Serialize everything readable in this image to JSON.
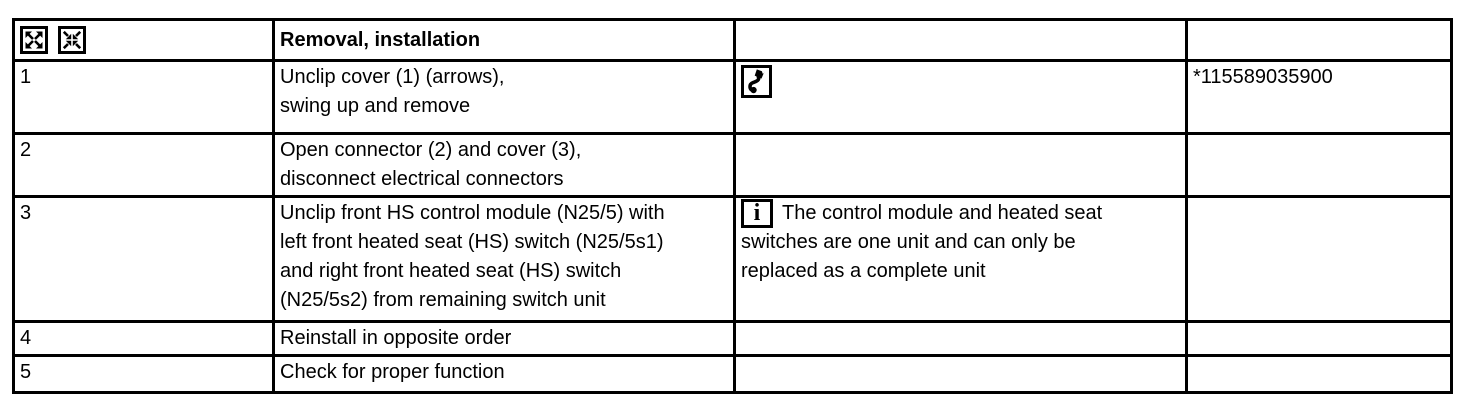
{
  "colors": {
    "background": "#ffffff",
    "border": "#000000",
    "text": "#000000"
  },
  "icons": {
    "expand": "expand-icon",
    "collapse": "collapse-icon",
    "tool": "ratchet-tool-icon",
    "info": "info-icon"
  },
  "header": {
    "title": "Removal, installation"
  },
  "info_glyph": "i",
  "rows": [
    {
      "step": "1",
      "instruction": "Unclip cover (1) (arrows),\nswing up and remove",
      "part_number": "*115589035900"
    },
    {
      "step": "2",
      "instruction": "Open connector (2) and cover (3),\ndisconnect electrical connectors"
    },
    {
      "step": "3",
      "instruction": "Unclip front HS control module (N25/5) with\nleft front heated seat (HS) switch (N25/5s1)\nand right front heated seat (HS) switch\n(N25/5s2) from remaining switch unit",
      "note": "The control module and heated seat\nswitches are one unit and can only be\nreplaced as a complete unit"
    },
    {
      "step": "4",
      "instruction": "Reinstall in opposite order"
    },
    {
      "step": "5",
      "instruction": "Check for proper function"
    }
  ]
}
